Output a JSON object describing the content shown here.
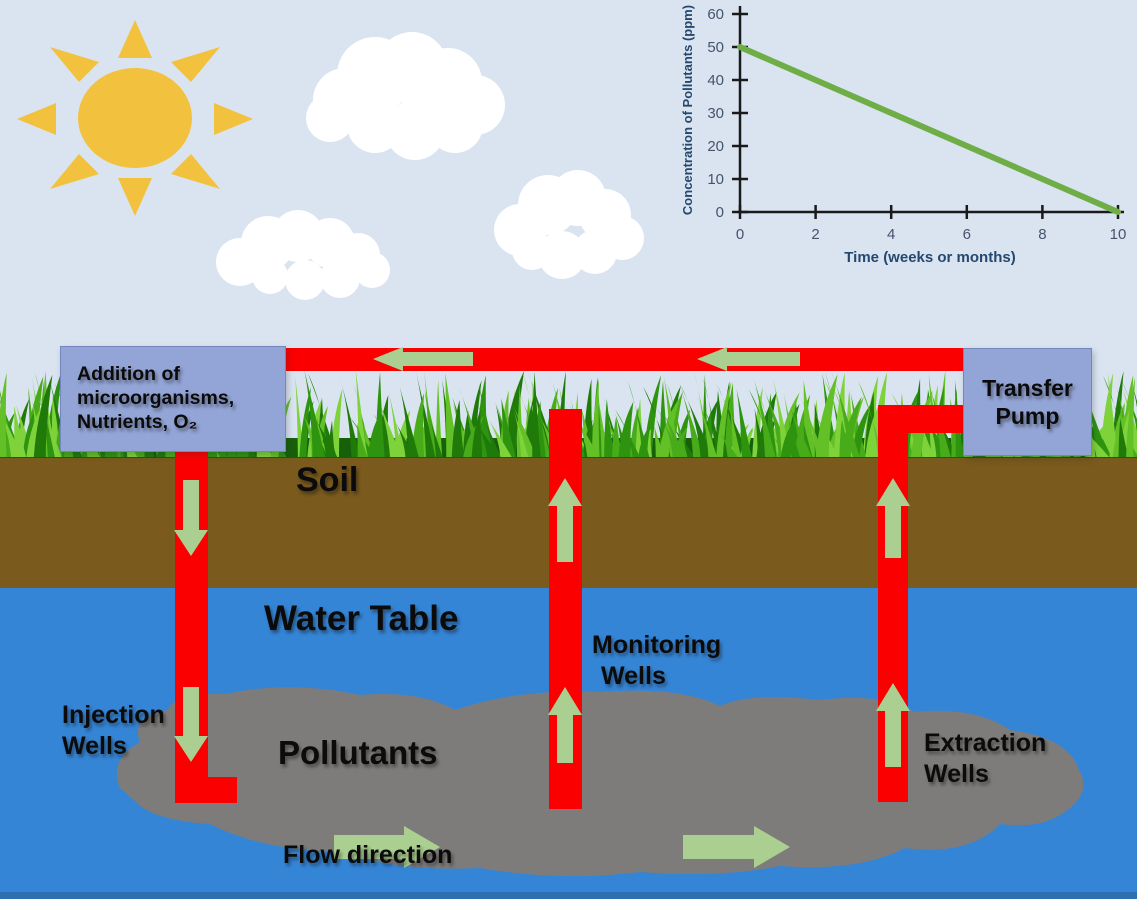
{
  "colors": {
    "sky": "#dae4f1",
    "sun": "#f2c23e",
    "cloud": "#ffffff",
    "soil": "#7a5a1d",
    "water": "#3585d6",
    "plume": "#7e7c7a",
    "pipe": "#fb0000",
    "arrow": "#abcf90",
    "box": "#93a5d6",
    "bottom_strip": "#2e6fb0",
    "grass_palette": [
      "#17600a",
      "#1f7a0a",
      "#2e9410",
      "#48ab19",
      "#63c026",
      "#7ed23a"
    ]
  },
  "boxes": {
    "addition": {
      "lines": [
        "Addition of",
        "microorganisms,",
        "Nutrients, O₂"
      ]
    },
    "transfer": {
      "lines": [
        "Transfer",
        "Pump"
      ]
    }
  },
  "labels": {
    "soil": "Soil",
    "water_table": "Water Table",
    "pollutants": "Pollutants",
    "flow_direction": "Flow direction"
  },
  "wells": {
    "injection": {
      "lines": [
        "Injection",
        "Wells"
      ]
    },
    "monitoring": {
      "lines": [
        "Monitoring",
        "Wells"
      ]
    },
    "extraction": {
      "lines": [
        "Extraction",
        "Wells"
      ]
    }
  },
  "chart_data": {
    "type": "line",
    "title": "",
    "xlabel": "Time (weeks or months)",
    "ylabel": "Concentration of Pollutants (ppm)",
    "xlim": [
      0,
      10
    ],
    "ylim": [
      0,
      60
    ],
    "xticks": [
      0,
      2,
      4,
      6,
      8,
      10
    ],
    "yticks": [
      0,
      10,
      20,
      30,
      40,
      50,
      60
    ],
    "grid": false,
    "legend": "none",
    "axis_color": "#1a1a1a",
    "tick_label_color": "#44546a",
    "axis_label_color": "#24486e",
    "series": [
      {
        "name": "Concentration of pollutants",
        "color": "#6fad47",
        "points": [
          [
            0,
            50
          ],
          [
            10,
            0
          ]
        ]
      }
    ]
  }
}
